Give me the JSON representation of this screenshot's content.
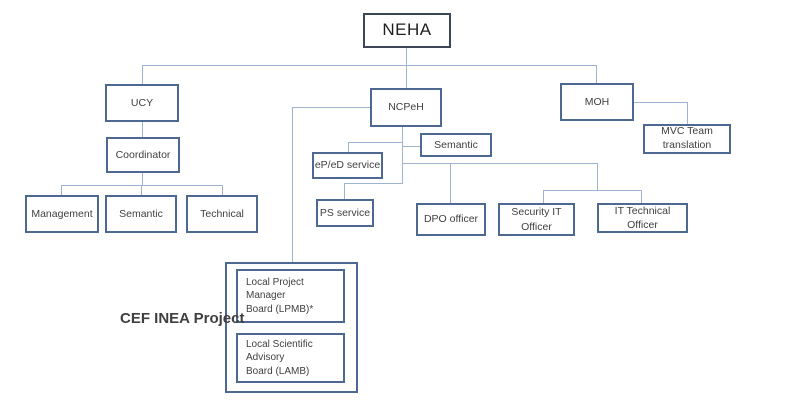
{
  "colors": {
    "box_border": "#4d6992",
    "root_border": "#3b4757",
    "connector": "#9db3d0",
    "text": "#3f3f3f"
  },
  "group_label": "CEF INEA Project",
  "nodes": {
    "neha": {
      "label": "NEHA"
    },
    "ucy": {
      "label": "UCY"
    },
    "coordinator": {
      "label": "Coordinator"
    },
    "management": {
      "label": "Management"
    },
    "semantic_ucy": {
      "label": "Semantic"
    },
    "technical": {
      "label": "Technical"
    },
    "ncpeh": {
      "label": "NCPeH"
    },
    "semantic_ncpeh": {
      "label": "Semantic"
    },
    "eped_service": {
      "label": "eP/eD service"
    },
    "ps_service": {
      "label": "PS service"
    },
    "dpo_officer": {
      "label": "DPO officer"
    },
    "security_it_officer": {
      "label": "Security IT Officer"
    },
    "it_technical_officer": {
      "label": "IT Technical Officer"
    },
    "moh": {
      "label": "MOH"
    },
    "mvc_team": {
      "label": "MVC Team\ntranslation"
    },
    "lpmb": {
      "label": "Local Project Manager\nBoard (LPMB)*"
    },
    "lamb": {
      "label": "Local Scientific Advisory\nBoard (LAMB)"
    }
  },
  "edges": [
    [
      "neha",
      "ucy"
    ],
    [
      "neha",
      "ncpeh"
    ],
    [
      "neha",
      "moh"
    ],
    [
      "ucy",
      "coordinator"
    ],
    [
      "coordinator",
      "management"
    ],
    [
      "coordinator",
      "semantic_ucy"
    ],
    [
      "coordinator",
      "technical"
    ],
    [
      "ncpeh",
      "semantic_ncpeh"
    ],
    [
      "ncpeh",
      "eped_service"
    ],
    [
      "ncpeh",
      "ps_service"
    ],
    [
      "ncpeh",
      "dpo_officer"
    ],
    [
      "ncpeh",
      "security_it_officer"
    ],
    [
      "ncpeh",
      "it_technical_officer"
    ],
    [
      "ncpeh",
      "cef_inea_project_group"
    ],
    [
      "moh",
      "mvc_team"
    ]
  ]
}
